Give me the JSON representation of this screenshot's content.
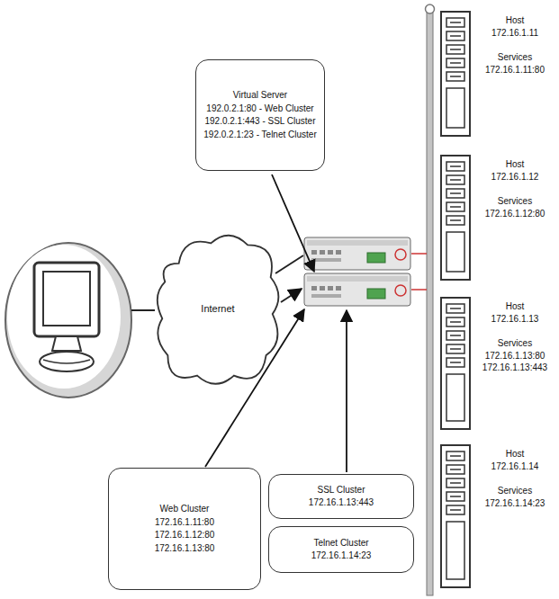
{
  "diagram": {
    "nodes": [
      {
        "text": [
          "Virtual Server",
          "192.0.2.1:80 - Web Cluster",
          "192.0.2.1:443 - SSL Cluster",
          "192.0.2.1:23 - Telnet Cluster"
        ]
      },
      {
        "text": [
          "Internet"
        ]
      },
      {
        "text": [
          "Web Cluster",
          "172.16.1.11:80",
          "172.16.1.12:80",
          "172.16.1.13:80"
        ]
      },
      {
        "text": [
          "SSL Cluster",
          "172.16.1.13:443"
        ]
      },
      {
        "text": [
          "Telnet Cluster",
          "172.16.1.14:23"
        ]
      },
      {
        "text": [
          "Host",
          "172.16.1.11",
          "Services",
          "172.16.1.11:80"
        ]
      },
      {
        "text": [
          "Host",
          "172.16.1.12",
          "Services",
          "172.16.1.12:80"
        ]
      },
      {
        "text": [
          "Host",
          "172.16.1.13",
          "Services",
          "172.16.1.13:80",
          "172.16.1.13:443"
        ]
      },
      {
        "text": [
          "Host",
          "172.16.1.14",
          "Services",
          "172.16.1.14:23"
        ]
      }
    ]
  }
}
